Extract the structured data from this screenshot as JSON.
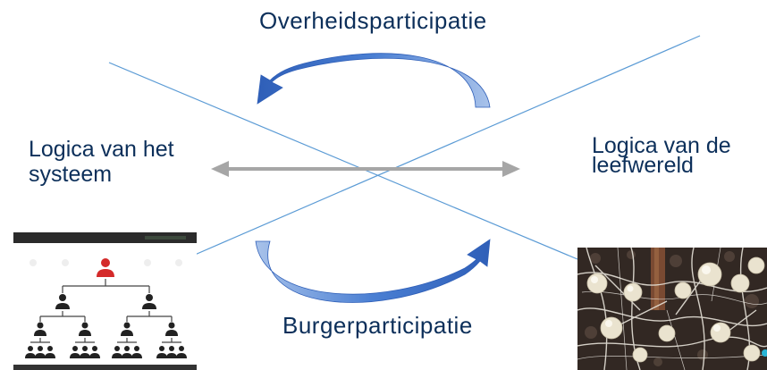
{
  "labels": {
    "top": "Overheidsparticipatie",
    "bottom": "Burgerparticipatie",
    "left_line1": "Logica van het",
    "left_line2": "systeem",
    "right_line1": "Logica van de",
    "right_line2": "leefwereld"
  },
  "images": {
    "left": "hierarchy-org-chart",
    "right": "mycelium-network-photo"
  },
  "colors": {
    "text": "#0c2f5a",
    "cross_lines": "#5b9bd5",
    "double_arrow": "#a6a6a6",
    "curved_arrow": "#3a6fc4",
    "person_red": "#d42a2a",
    "person_dark": "#222222"
  }
}
